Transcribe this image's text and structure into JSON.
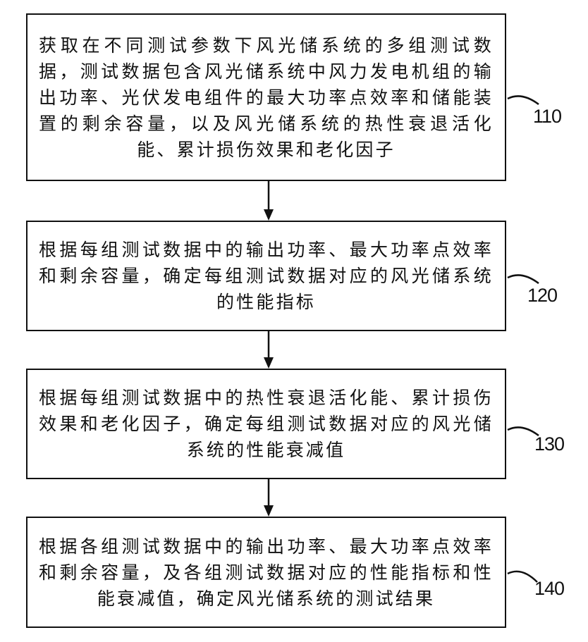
{
  "flowchart": {
    "steps": [
      {
        "id": "110",
        "label": "110",
        "text": "获取在不同测试参数下风光储系统的多组测试数据，测试数据包含风光储系统中风力发电机组的输出功率、光伏发电组件的最大功率点效率和储能装置的剩余容量，以及风光储系统的热性衰退活化能、累计损伤效果和老化因子"
      },
      {
        "id": "120",
        "label": "120",
        "text": "根据每组测试数据中的输出功率、最大功率点效率和剩余容量，确定每组测试数据对应的风光储系统的性能指标"
      },
      {
        "id": "130",
        "label": "130",
        "text": "根据每组测试数据中的热性衰退活化能、累计损伤效果和老化因子，确定每组测试数据对应的风光储系统的性能衰减值"
      },
      {
        "id": "140",
        "label": "140",
        "text": "根据各组测试数据中的输出功率、最大功率点效率和剩余容量，及各组测试数据对应的性能指标和性能衰减值，确定风光储系统的测试结果"
      }
    ],
    "colors": {
      "stroke": "#111111",
      "background": "#ffffff"
    }
  }
}
